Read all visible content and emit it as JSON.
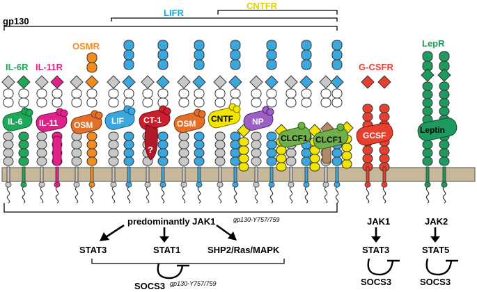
{
  "labels": {
    "gp130": "gp130",
    "lifr": "LIFR",
    "cntfr": "CNTFR",
    "il6r": "IL-6R",
    "il11r": "IL-11R",
    "osmr": "OSMR",
    "gcsfr": "G-CSFR",
    "lepr": "LepR"
  },
  "cytokines": {
    "il6": "IL-6",
    "il11": "IL-11",
    "osm1": "OSM",
    "lif": "LIF",
    "ct1": "CT-1",
    "osm2": "OSM",
    "cntf": "CNTF",
    "np": "NP",
    "clcf1a": "CLCF1",
    "clcf1b": "CLCF1",
    "gcsf": "GCSF",
    "leptin": "Leptin",
    "question": "?"
  },
  "signaling": {
    "jak1_main": "predominantly JAK1",
    "y757": "gp130-Y757/759",
    "stat3": "STAT3",
    "stat1": "STAT1",
    "shp2": "SHP2/Ras/MAPK",
    "socs3_main": "SOCS3",
    "y757b": "gp130-Y757/759",
    "jak1_gcsf": "JAK1",
    "stat3_gcsf": "STAT3",
    "socs3_gcsf": "SOCS3",
    "jak2_lep": "JAK2",
    "stat5_lep": "STAT5",
    "socs3_lep": "SOCS3"
  },
  "colors": {
    "gp130": "#c8c8c8",
    "il6r": "#1fa85a",
    "il11r": "#e0218a",
    "osmr": "#f28c1e",
    "lifr": "#3ba7dc",
    "cntfr": "#f2e600",
    "ct1": "#cc1f2e",
    "osm": "#e36f28",
    "np": "#9c5fc4",
    "clcf1": "#6fb04a",
    "clcf1_brown": "#b08a63",
    "gcsfr": "#e8402f",
    "lepr": "#1f9a5f",
    "membrane": "#c8b89a",
    "label_lifr": "#1fa3d8",
    "label_cntfr": "#d9d400"
  }
}
